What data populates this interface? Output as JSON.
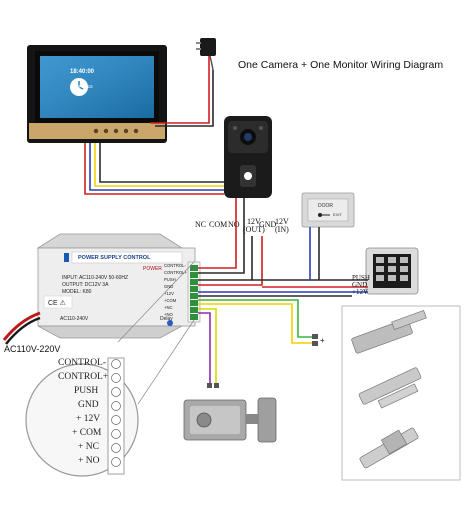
{
  "diagram": {
    "title": "One Camera + One Monitor Wiring Diagram",
    "monitor": {
      "time": "18:40:00",
      "date": "2018-11-16"
    },
    "lock_terminal_labels": [
      {
        "text": "NC",
        "key": "nc"
      },
      {
        "text": "COM",
        "key": "com"
      },
      {
        "text": "NO",
        "key": "no"
      }
    ],
    "dc12v_out": {
      "line1": "12V",
      "line2": "(OUT)"
    },
    "gnd_label": "GND",
    "dc12v_in": {
      "line1": "12V",
      "line2": "(IN)"
    },
    "keypad_wires": [
      "PUSH",
      "GND",
      "+12V"
    ],
    "exit_button_text": "DOOR",
    "exit_button_sub": "EXIT",
    "power_supply": {
      "brand": "POWER SUPPLY CONTROL",
      "lines": [
        "INPUT: AC110-240V 50-60HZ",
        "OUTPUT: DC12V 3A",
        "MODEL: K80"
      ],
      "terminals": [
        "CONTROL-",
        "CONTROL+",
        "PUSH",
        "GND",
        "+12V",
        "+COM",
        "+NC",
        "+NO"
      ],
      "power_text": "POWER",
      "side_text": "AC110-240V",
      "delay_text": "Delay"
    },
    "ac_input": "AC110V-220V",
    "magnified_terminals": [
      "CONTROL-",
      "CONTROL+",
      "PUSH",
      "GND",
      "+ 12V",
      "+ COM",
      "+ NC",
      "+ NO"
    ],
    "small_plus": "+"
  }
}
